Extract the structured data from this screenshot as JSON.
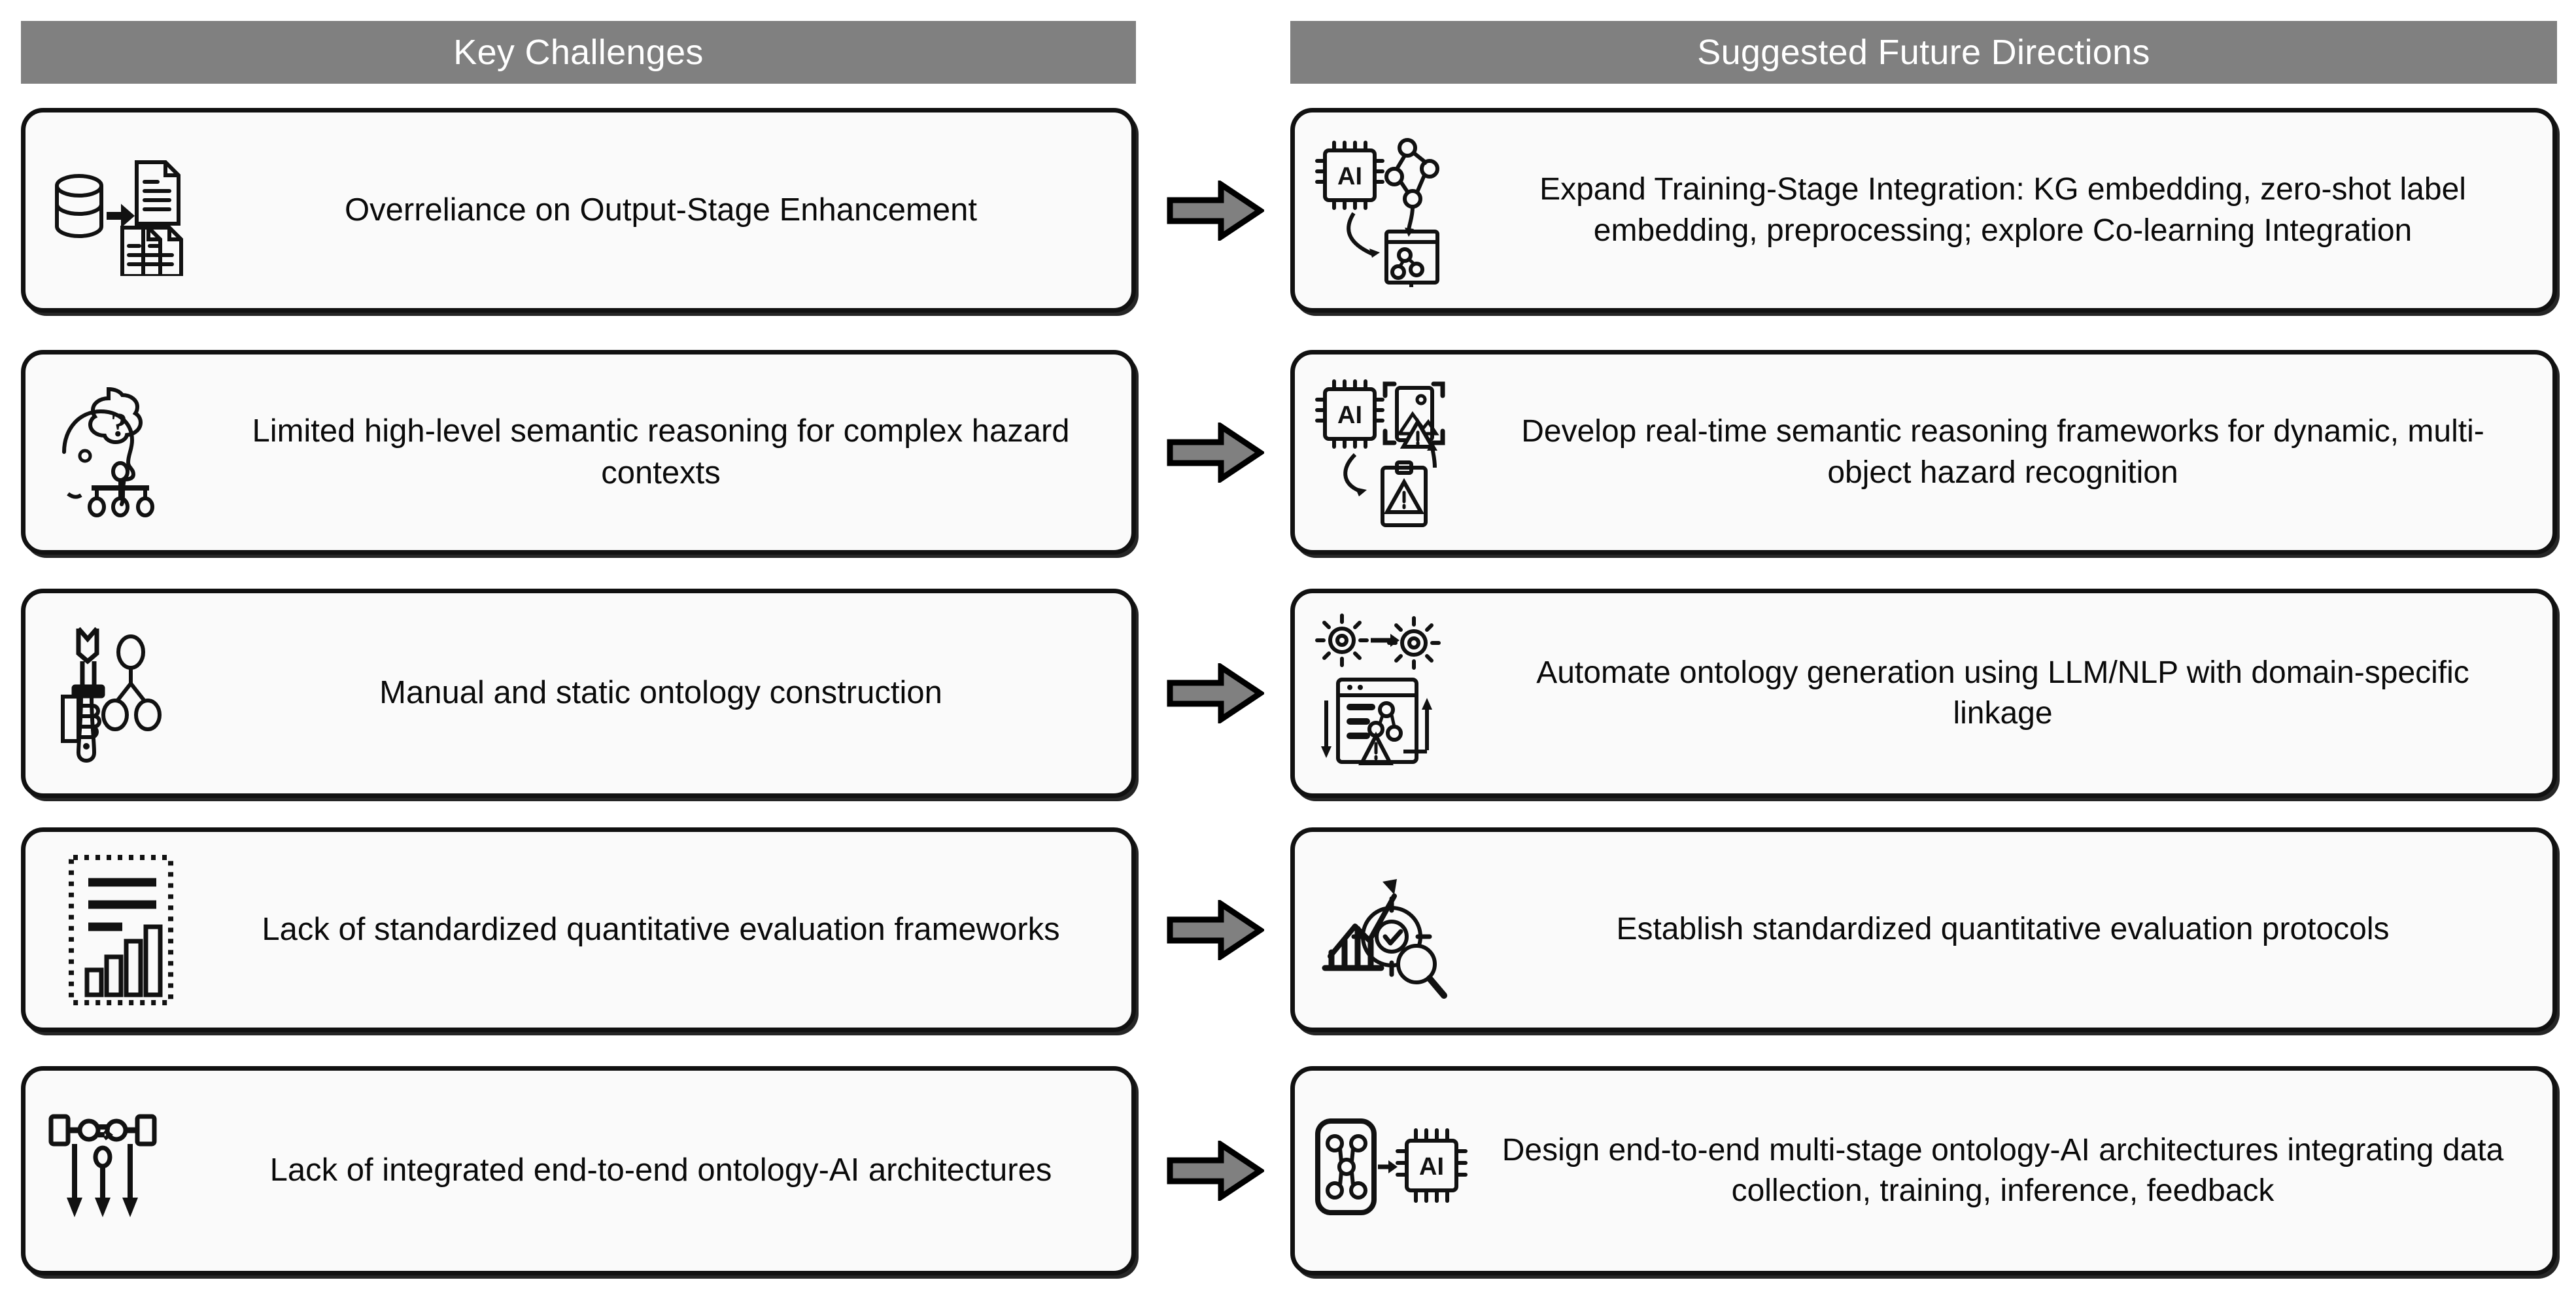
{
  "headers": {
    "left": "Key Challenges",
    "right": "Suggested Future Directions"
  },
  "colors": {
    "header_bar": "#808080",
    "header_text": "#ffffff",
    "card_border": "#111111",
    "card_fill": "#fafafa",
    "arrow_fill": "#808080",
    "arrow_outline": "#000000",
    "body_text": "#0a0a0a"
  },
  "rows": [
    {
      "challenge": {
        "icon": "database-to-documents-icon",
        "text": "Overreliance on Output-Stage Enhancement"
      },
      "arrow": "right-arrow-icon",
      "direction": {
        "icon": "ai-chip-knowledge-graph-icon",
        "text": "Expand Training-Stage Integration: KG embedding, zero-shot label embedding, preprocessing; explore Co-learning Integration"
      }
    },
    {
      "challenge": {
        "icon": "head-thought-question-hierarchy-icon",
        "text": "Limited high-level semantic reasoning for complex hazard contexts"
      },
      "arrow": "right-arrow-icon",
      "direction": {
        "icon": "ai-chip-image-warning-icon",
        "text": "Develop real-time semantic reasoning frameworks for dynamic, multi-object hazard recognition"
      }
    },
    {
      "challenge": {
        "icon": "hand-wrench-nodes-icon",
        "text": "Manual and static ontology construction"
      },
      "arrow": "right-arrow-icon",
      "direction": {
        "icon": "gears-document-graph-warning-icon",
        "text": "Automate ontology generation using LLM/NLP with domain-specific linkage"
      }
    },
    {
      "challenge": {
        "icon": "dashed-box-bar-chart-icon",
        "text": "Lack of standardized quantitative evaluation frameworks"
      },
      "arrow": "right-arrow-icon",
      "direction": {
        "icon": "growth-chart-check-magnifier-icon",
        "text": "Establish standardized quantitative evaluation protocols"
      }
    },
    {
      "challenge": {
        "icon": "disconnected-pipeline-arrows-icon",
        "text": "Lack of integrated end-to-end ontology-AI architectures"
      },
      "arrow": "right-arrow-icon",
      "direction": {
        "icon": "graph-to-ai-chip-icon",
        "text": "Design end-to-end multi-stage ontology-AI architectures integrating data collection, training, inference, feedback"
      }
    }
  ]
}
